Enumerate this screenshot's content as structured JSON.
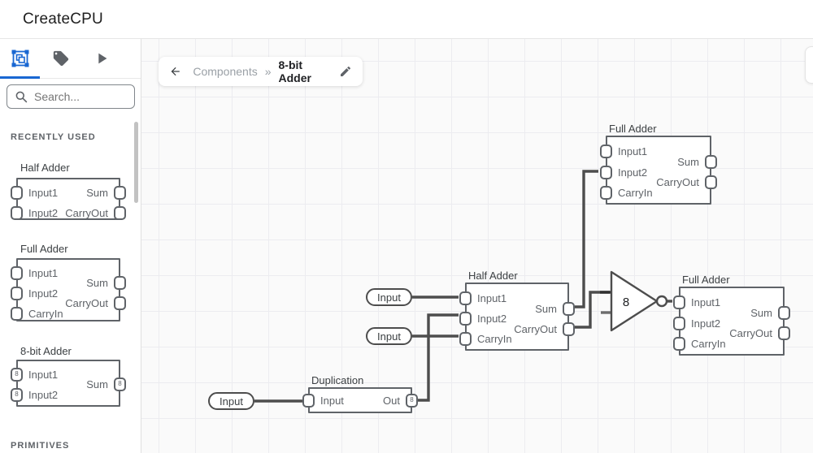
{
  "header": {
    "title": "CreateCPU"
  },
  "sidebar": {
    "tabs": [
      {
        "id": "components",
        "icon": "component-select-icon",
        "active": true
      },
      {
        "id": "tags",
        "icon": "tag-icon",
        "active": false
      },
      {
        "id": "simulate",
        "icon": "play-icon",
        "active": false
      }
    ],
    "search_placeholder": "Search...",
    "recent_label": "RECENTLY USED",
    "primitives_label": "PRIMITIVES",
    "items": [
      {
        "title": "Half Adder",
        "inputs": [
          {
            "label": "Input1"
          },
          {
            "label": "Input2"
          }
        ],
        "outputs": [
          {
            "label": "Sum"
          },
          {
            "label": "CarryOut"
          }
        ]
      },
      {
        "title": "Full Adder",
        "inputs": [
          {
            "label": "Input1"
          },
          {
            "label": "Input2"
          },
          {
            "label": "CarryIn"
          }
        ],
        "outputs": [
          {
            "label": "Sum"
          },
          {
            "label": "CarryOut"
          }
        ]
      },
      {
        "title": "8-bit Adder",
        "inputs": [
          {
            "label": "Input1",
            "bits": "8"
          },
          {
            "label": "Input2",
            "bits": "8"
          }
        ],
        "outputs": [
          {
            "label": "Sum",
            "bits": "8"
          }
        ]
      }
    ]
  },
  "breadcrumb": {
    "parent": "Components",
    "separator": "»",
    "current": "8-bit Adder"
  },
  "canvas": {
    "nodes": {
      "full_adder_top": {
        "title": "Full Adder",
        "inputs": [
          "Input1",
          "Input2",
          "CarryIn"
        ],
        "outputs": [
          "Sum",
          "CarryOut"
        ]
      },
      "half_adder": {
        "title": "Half Adder",
        "inputs": [
          "Input1",
          "Input2",
          "CarryIn"
        ],
        "outputs": [
          "Sum",
          "CarryOut"
        ]
      },
      "full_adder_right": {
        "title": "Full Adder",
        "inputs": [
          "Input1",
          "Input2",
          "CarryIn"
        ],
        "outputs": [
          "Sum",
          "CarryOut"
        ]
      },
      "duplication": {
        "title": "Duplication",
        "inputs": [
          "Input"
        ],
        "outputs": [
          "Out"
        ],
        "out_bits": "8"
      },
      "not_gate": {
        "bits": "8"
      },
      "input_pills": [
        {
          "label": "Input"
        },
        {
          "label": "Input"
        },
        {
          "label": "Input"
        }
      ]
    }
  },
  "colors": {
    "accent": "#1967d2",
    "wire": "#4d4d4d",
    "component_border": "#5f6368",
    "canvas_bg": "#fafafa"
  }
}
